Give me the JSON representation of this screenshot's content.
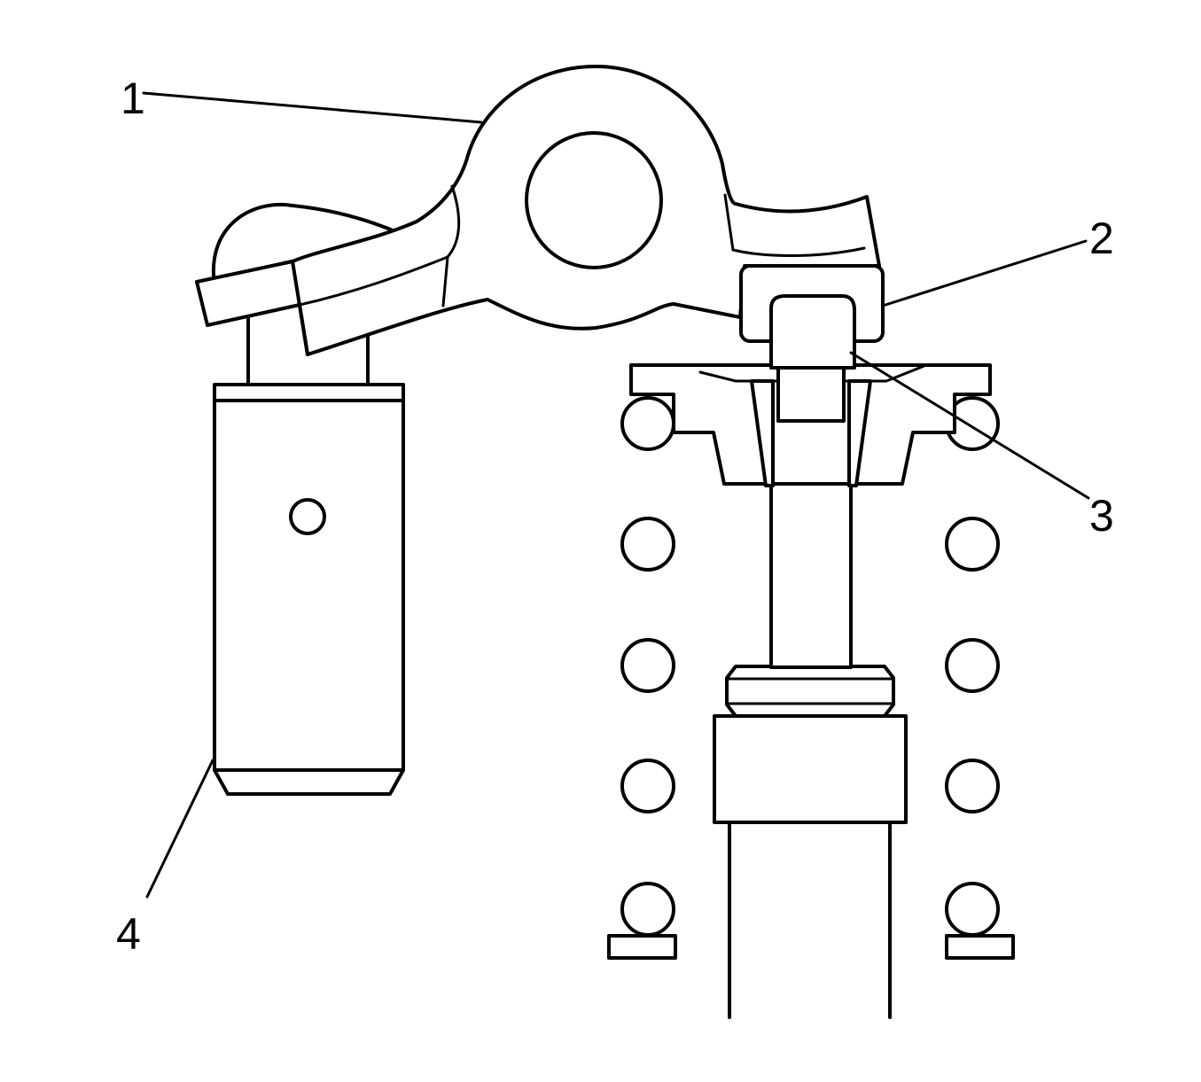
{
  "colors": {
    "line": "#000000",
    "background": "#ffffff"
  },
  "callouts": [
    {
      "id": "1",
      "label": "1"
    },
    {
      "id": "2",
      "label": "2"
    },
    {
      "id": "3",
      "label": "3"
    },
    {
      "id": "4",
      "label": "4"
    }
  ]
}
